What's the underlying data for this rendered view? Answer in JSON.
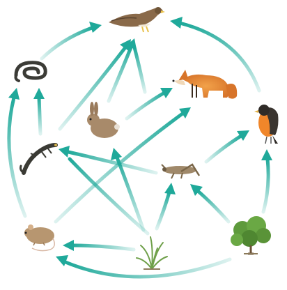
{
  "diagram": {
    "arrow_color": "#1fa99a",
    "arrow_fade_color": "#d9f1ee",
    "organisms": [
      {
        "id": "hawk",
        "icon": "hawk-icon"
      },
      {
        "id": "snake",
        "icon": "snake-icon"
      },
      {
        "id": "fox",
        "icon": "fox-icon"
      },
      {
        "id": "rabbit",
        "icon": "rabbit-icon"
      },
      {
        "id": "robin",
        "icon": "robin-icon"
      },
      {
        "id": "lizard",
        "icon": "lizard-icon"
      },
      {
        "id": "grasshopper",
        "icon": "grasshopper-icon"
      },
      {
        "id": "mouse",
        "icon": "mouse-icon"
      },
      {
        "id": "grass",
        "icon": "grass-icon"
      },
      {
        "id": "shrub",
        "icon": "shrub-icon"
      }
    ],
    "links": [
      {
        "from": "snake",
        "to": "hawk"
      },
      {
        "from": "robin",
        "to": "hawk"
      },
      {
        "from": "lizard",
        "to": "hawk"
      },
      {
        "from": "rabbit",
        "to": "hawk"
      },
      {
        "from": "fox",
        "to": "hawk"
      },
      {
        "from": "mouse",
        "to": "snake"
      },
      {
        "from": "lizard",
        "to": "snake"
      },
      {
        "from": "rabbit",
        "to": "fox"
      },
      {
        "from": "mouse",
        "to": "fox"
      },
      {
        "from": "grasshopper",
        "to": "robin"
      },
      {
        "from": "shrub",
        "to": "robin"
      },
      {
        "from": "grasshopper",
        "to": "lizard"
      },
      {
        "from": "grass",
        "to": "rabbit"
      },
      {
        "from": "grass",
        "to": "lizard"
      },
      {
        "from": "grass",
        "to": "grasshopper"
      },
      {
        "from": "shrub",
        "to": "grasshopper"
      },
      {
        "from": "grass",
        "to": "mouse"
      },
      {
        "from": "shrub",
        "to": "mouse"
      }
    ]
  }
}
